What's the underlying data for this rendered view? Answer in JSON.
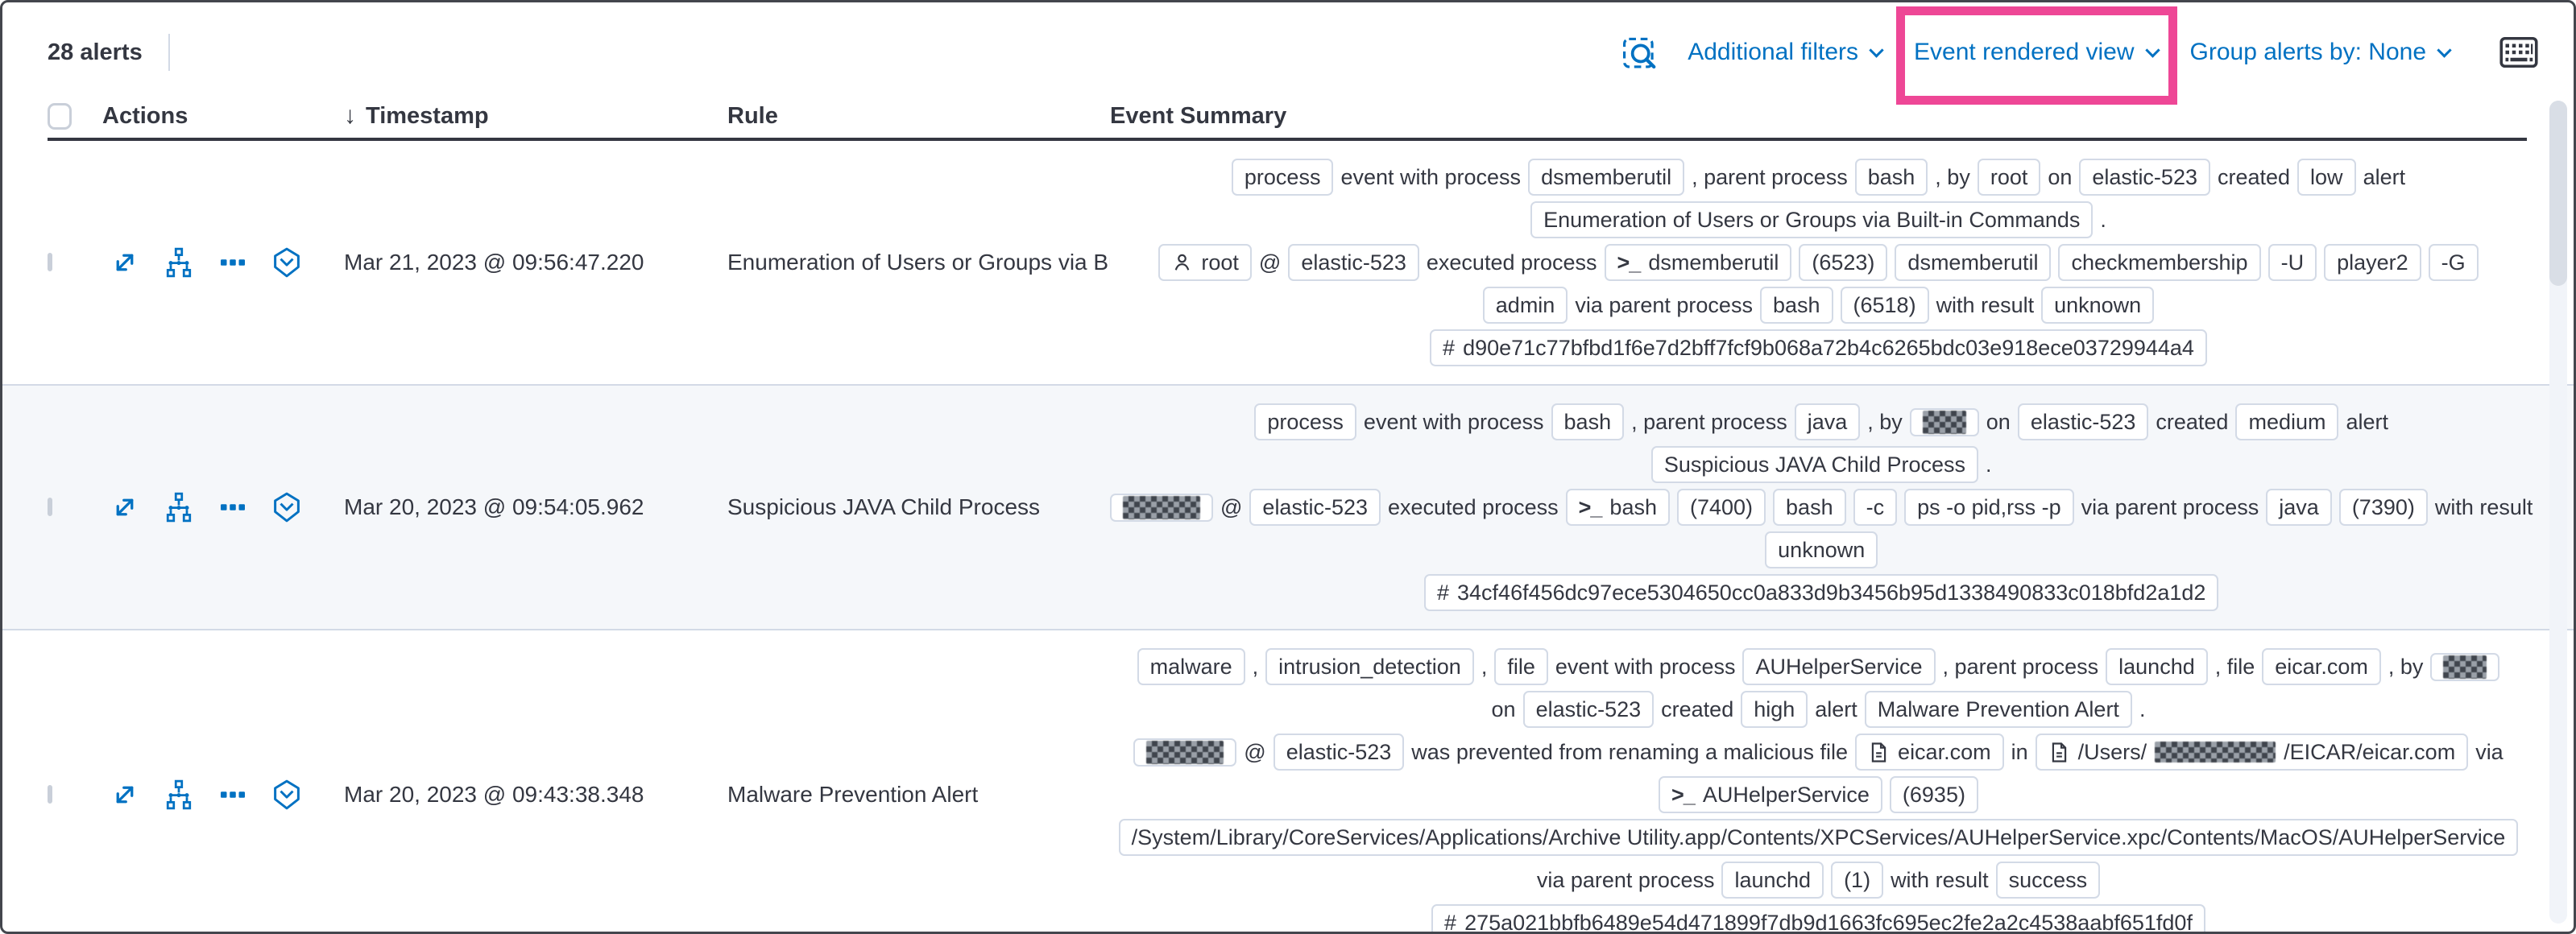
{
  "colors": {
    "accent_blue": "#0071c2",
    "highlight_pink": "#ee4796"
  },
  "icons": {
    "sort_descending": "↓"
  },
  "toolbar": {
    "alert_count": "28 alerts",
    "additional_filters_label": "Additional filters",
    "view_selector_label": "Event rendered view",
    "group_by_label": "Group alerts by: None"
  },
  "table": {
    "columns": {
      "actions": "Actions",
      "timestamp": "Timestamp",
      "rule": "Rule",
      "summary": "Event Summary"
    },
    "rows": [
      {
        "timestamp": "Mar 21, 2023 @ 09:56:47.220",
        "rule": "Enumeration of Users or Groups via Bui",
        "summary_lines": [
          [
            {
              "badge": "process"
            },
            {
              "text": "event with process"
            },
            {
              "badge": "dsmemberutil"
            },
            {
              "text": ", parent process"
            },
            {
              "badge": "bash"
            },
            {
              "text": ", by"
            },
            {
              "badge": "root"
            },
            {
              "text": "on"
            },
            {
              "badge": "elastic-523"
            },
            {
              "text": "created"
            },
            {
              "badge": "low"
            },
            {
              "text": "alert"
            }
          ],
          [
            {
              "badge": "Enumeration of Users or Groups via Built-in Commands"
            },
            {
              "text": "."
            }
          ],
          [
            {
              "badge": "root",
              "icon": "user-icon"
            },
            {
              "text": "@"
            },
            {
              "badge": "elastic-523"
            },
            {
              "text": "executed process"
            },
            {
              "badge": "dsmemberutil",
              "icon": "terminal-icon"
            },
            {
              "badge": "(6523)"
            },
            {
              "badge": "dsmemberutil"
            },
            {
              "badge": "checkmembership"
            },
            {
              "badge": "-U"
            },
            {
              "badge": "player2"
            },
            {
              "badge": "-G"
            }
          ],
          [
            {
              "badge": "admin"
            },
            {
              "text": "via parent process"
            },
            {
              "badge": "bash"
            },
            {
              "badge": "(6518)"
            },
            {
              "text": "with result"
            },
            {
              "badge": "unknown"
            }
          ],
          [
            {
              "badge": "d90e71c77bfbd1f6e7d2bff7fcf9b068a72b4c6265bdc03e918ece03729944a4",
              "icon": "hash-icon"
            }
          ]
        ]
      },
      {
        "timestamp": "Mar 20, 2023 @ 09:54:05.962",
        "rule": "Suspicious JAVA Child Process",
        "summary_lines": [
          [
            {
              "badge": "process"
            },
            {
              "text": "event with process"
            },
            {
              "badge": "bash"
            },
            {
              "text": ", parent process"
            },
            {
              "badge": "java"
            },
            {
              "text": ", by"
            },
            {
              "badge": "",
              "redacted": true
            },
            {
              "text": "on"
            },
            {
              "badge": "elastic-523"
            },
            {
              "text": "created"
            },
            {
              "badge": "medium"
            },
            {
              "text": "alert"
            }
          ],
          [
            {
              "badge": "Suspicious JAVA Child Process"
            },
            {
              "text": "."
            }
          ],
          [
            {
              "badge": "",
              "redacted": true,
              "wide": true
            },
            {
              "text": "@"
            },
            {
              "badge": "elastic-523"
            },
            {
              "text": "executed process"
            },
            {
              "badge": "bash",
              "icon": "terminal-icon"
            },
            {
              "badge": "(7400)"
            },
            {
              "badge": "bash"
            },
            {
              "badge": "-c"
            },
            {
              "badge": "ps -o pid,rss -p"
            },
            {
              "text": "via parent process"
            },
            {
              "badge": "java"
            },
            {
              "badge": "(7390)"
            },
            {
              "text": "with result"
            }
          ],
          [
            {
              "badge": "unknown"
            }
          ],
          [
            {
              "badge": "34cf46f456dc97ece5304650cc0a833d9b3456b95d1338490833c018bfd2a1d2",
              "icon": "hash-icon"
            }
          ]
        ]
      },
      {
        "timestamp": "Mar 20, 2023 @ 09:43:38.348",
        "rule": "Malware Prevention Alert",
        "summary_lines": [
          [
            {
              "badge": "malware"
            },
            {
              "text": ","
            },
            {
              "badge": "intrusion_detection"
            },
            {
              "text": ","
            },
            {
              "badge": "file"
            },
            {
              "text": "event with process"
            },
            {
              "badge": "AUHelperService"
            },
            {
              "text": ", parent process"
            },
            {
              "badge": "launchd"
            },
            {
              "text": ", file"
            },
            {
              "badge": "eicar.com"
            },
            {
              "text": ", by"
            },
            {
              "badge": "",
              "redacted": true
            }
          ],
          [
            {
              "text": "on"
            },
            {
              "badge": "elastic-523"
            },
            {
              "text": "created"
            },
            {
              "badge": "high"
            },
            {
              "text": "alert"
            },
            {
              "badge": "Malware Prevention Alert"
            },
            {
              "text": "."
            }
          ],
          [
            {
              "badge": "",
              "redacted": true,
              "wide": true
            },
            {
              "text": "@"
            },
            {
              "badge": "elastic-523"
            },
            {
              "text": "was prevented from renaming a malicious file"
            },
            {
              "badge": "eicar.com",
              "icon": "document-icon"
            },
            {
              "text": "in"
            },
            {
              "icon": "document-icon",
              "parts": [
                {
                  "text": "/Users/"
                },
                {
                  "redacted": true
                },
                {
                  "text": "/EICAR/eicar.com"
                }
              ]
            },
            {
              "text": "via"
            }
          ],
          [
            {
              "badge": "AUHelperService",
              "icon": "terminal-icon"
            },
            {
              "badge": "(6935)"
            }
          ],
          [
            {
              "badge": "/System/Library/CoreServices/Applications/Archive Utility.app/Contents/XPCServices/AUHelperService.xpc/Contents/MacOS/AUHelperService"
            }
          ],
          [
            {
              "text": "via parent process"
            },
            {
              "badge": "launchd"
            },
            {
              "badge": "(1)"
            },
            {
              "text": "with result"
            },
            {
              "badge": "success"
            }
          ],
          [
            {
              "badge": "275a021bbfb6489e54d471899f7db9d1663fc695ec2fe2a2c4538aabf651fd0f",
              "icon": "hash-icon"
            }
          ]
        ]
      }
    ]
  }
}
